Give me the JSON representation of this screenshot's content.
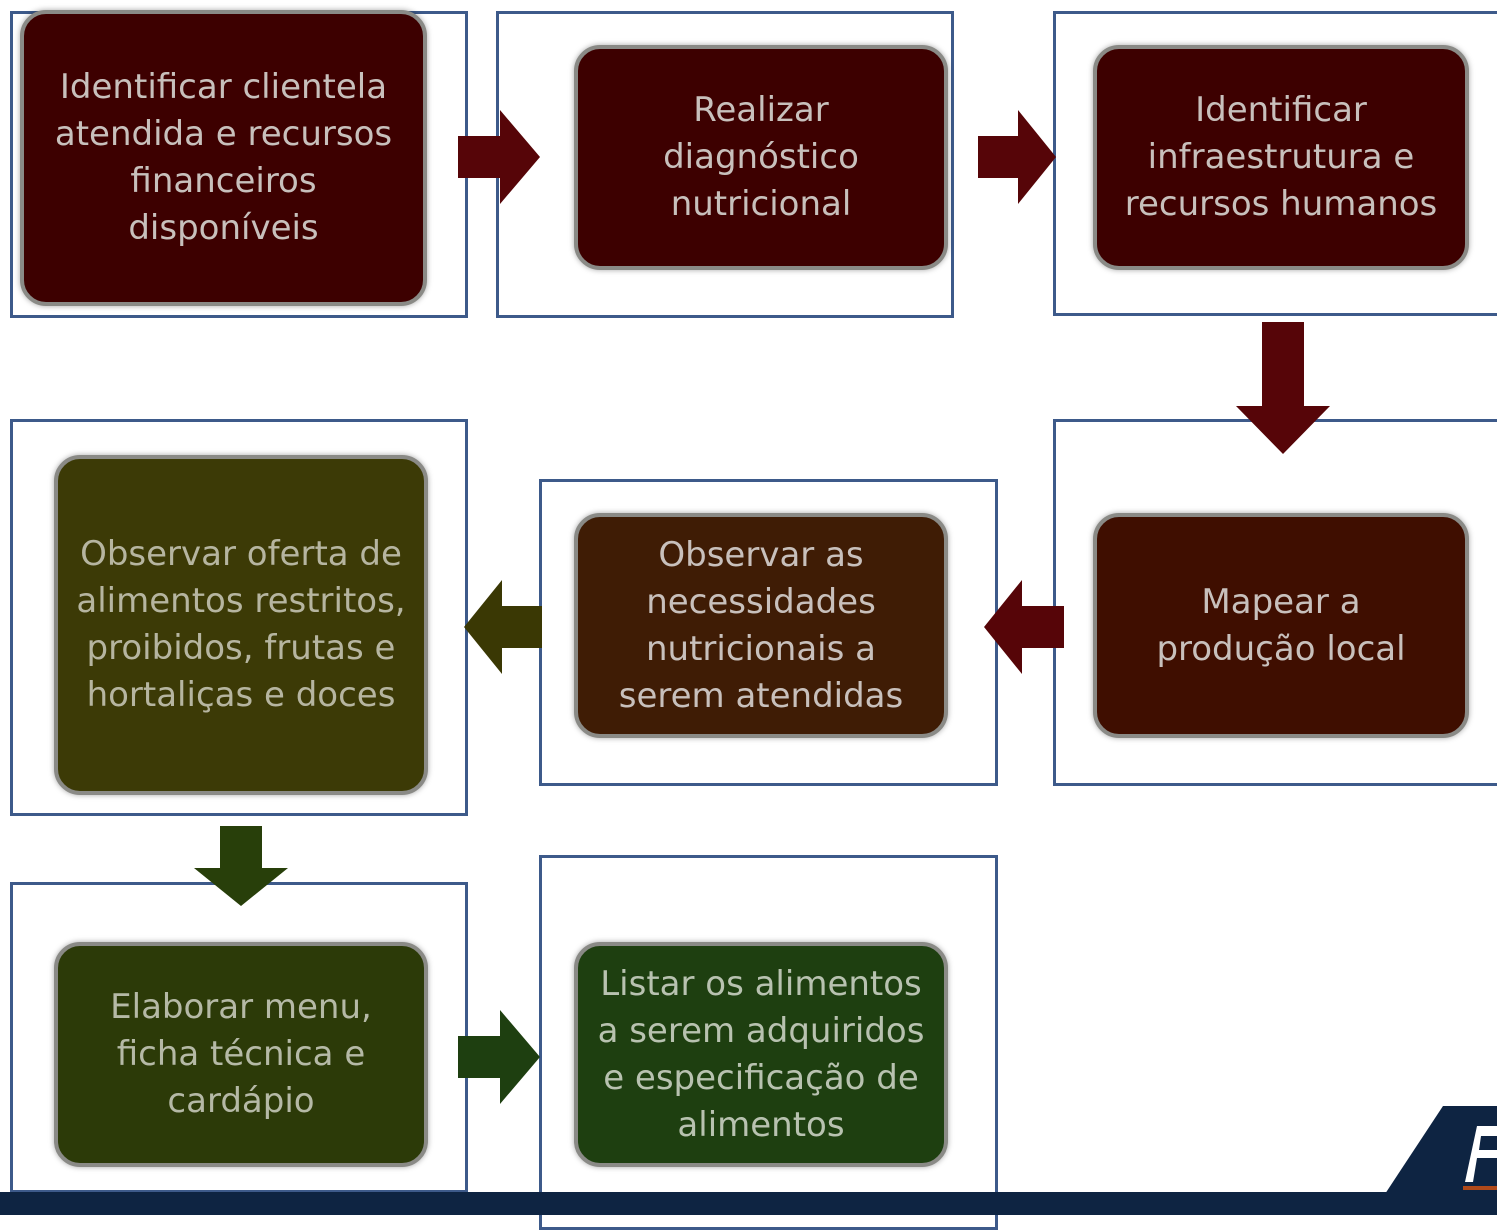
{
  "steps": [
    {
      "id": "s1",
      "label": "Identificar clientela atendida e recursos financeiros disponíveis",
      "color": "#3d0000",
      "text_color": "#c8c0bc"
    },
    {
      "id": "s2",
      "label": "Realizar diagnóstico nutricional",
      "color": "#3d0000",
      "text_color": "#c8c0bc"
    },
    {
      "id": "s3",
      "label": "Identificar infraestrutura e recursos humanos",
      "color": "#3d0000",
      "text_color": "#c8c0bc"
    },
    {
      "id": "s4",
      "label": "Mapear a produção local",
      "color": "#3f0e00",
      "text_color": "#c8c0bc"
    },
    {
      "id": "s5",
      "label": "Observar as necessidades nutricionais a serem atendidas",
      "color": "#3f1c05",
      "text_color": "#c8c0bc"
    },
    {
      "id": "s6",
      "label": "Observar oferta de alimentos restritos, proibidos, frutas e hortaliças e doces",
      "color": "#3c3a06",
      "text_color": "#b6b5a0"
    },
    {
      "id": "s7",
      "label": "Elaborar menu, ficha técnica e cardápio",
      "color": "#2c3a08",
      "text_color": "#b5b9a6"
    },
    {
      "id": "s8",
      "label": "Listar os alimentos a serem adquiridos e especificação de alimentos",
      "color": "#1e3f10",
      "text_color": "#b8c2b0"
    }
  ],
  "colors": {
    "frame": "#3d5a8a",
    "arrow_maroon": "#560508",
    "arrow_olive": "#3a3804",
    "arrow_green": "#283f0a",
    "bottom_bar": "#0e2442"
  }
}
